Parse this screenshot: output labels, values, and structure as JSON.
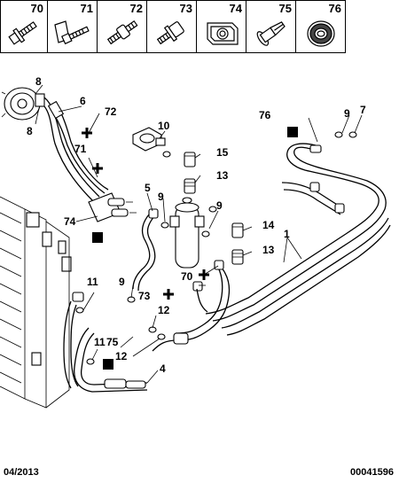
{
  "legend": [
    {
      "num": "70",
      "icon": "bolt-flange-icon"
    },
    {
      "num": "71",
      "icon": "bolt-with-clip-icon"
    },
    {
      "num": "72",
      "icon": "stud-bolt-icon"
    },
    {
      "num": "73",
      "icon": "bolt-with-washer-icon"
    },
    {
      "num": "74",
      "icon": "cage-nut-icon"
    },
    {
      "num": "75",
      "icon": "plastic-rivet-icon"
    },
    {
      "num": "76",
      "icon": "grommet-icon"
    }
  ],
  "callouts": {
    "c8a": "8",
    "c8b": "8",
    "c6": "6",
    "c72": "72",
    "c71": "71",
    "c74": "74",
    "c10": "10",
    "c15": "15",
    "c13a": "13",
    "c5": "5",
    "c9a": "9",
    "c9b": "9",
    "c14": "14",
    "c13b": "13",
    "c70": "70",
    "c76": "76",
    "c9c": "9",
    "c7": "7",
    "c1": "1",
    "c11a": "11",
    "c9d": "9",
    "c73": "73",
    "c12a": "12",
    "c11b": "11",
    "c75": "75",
    "c12b": "12",
    "c4": "4"
  },
  "footer": {
    "date": "04/2013",
    "ref": "00041596"
  }
}
